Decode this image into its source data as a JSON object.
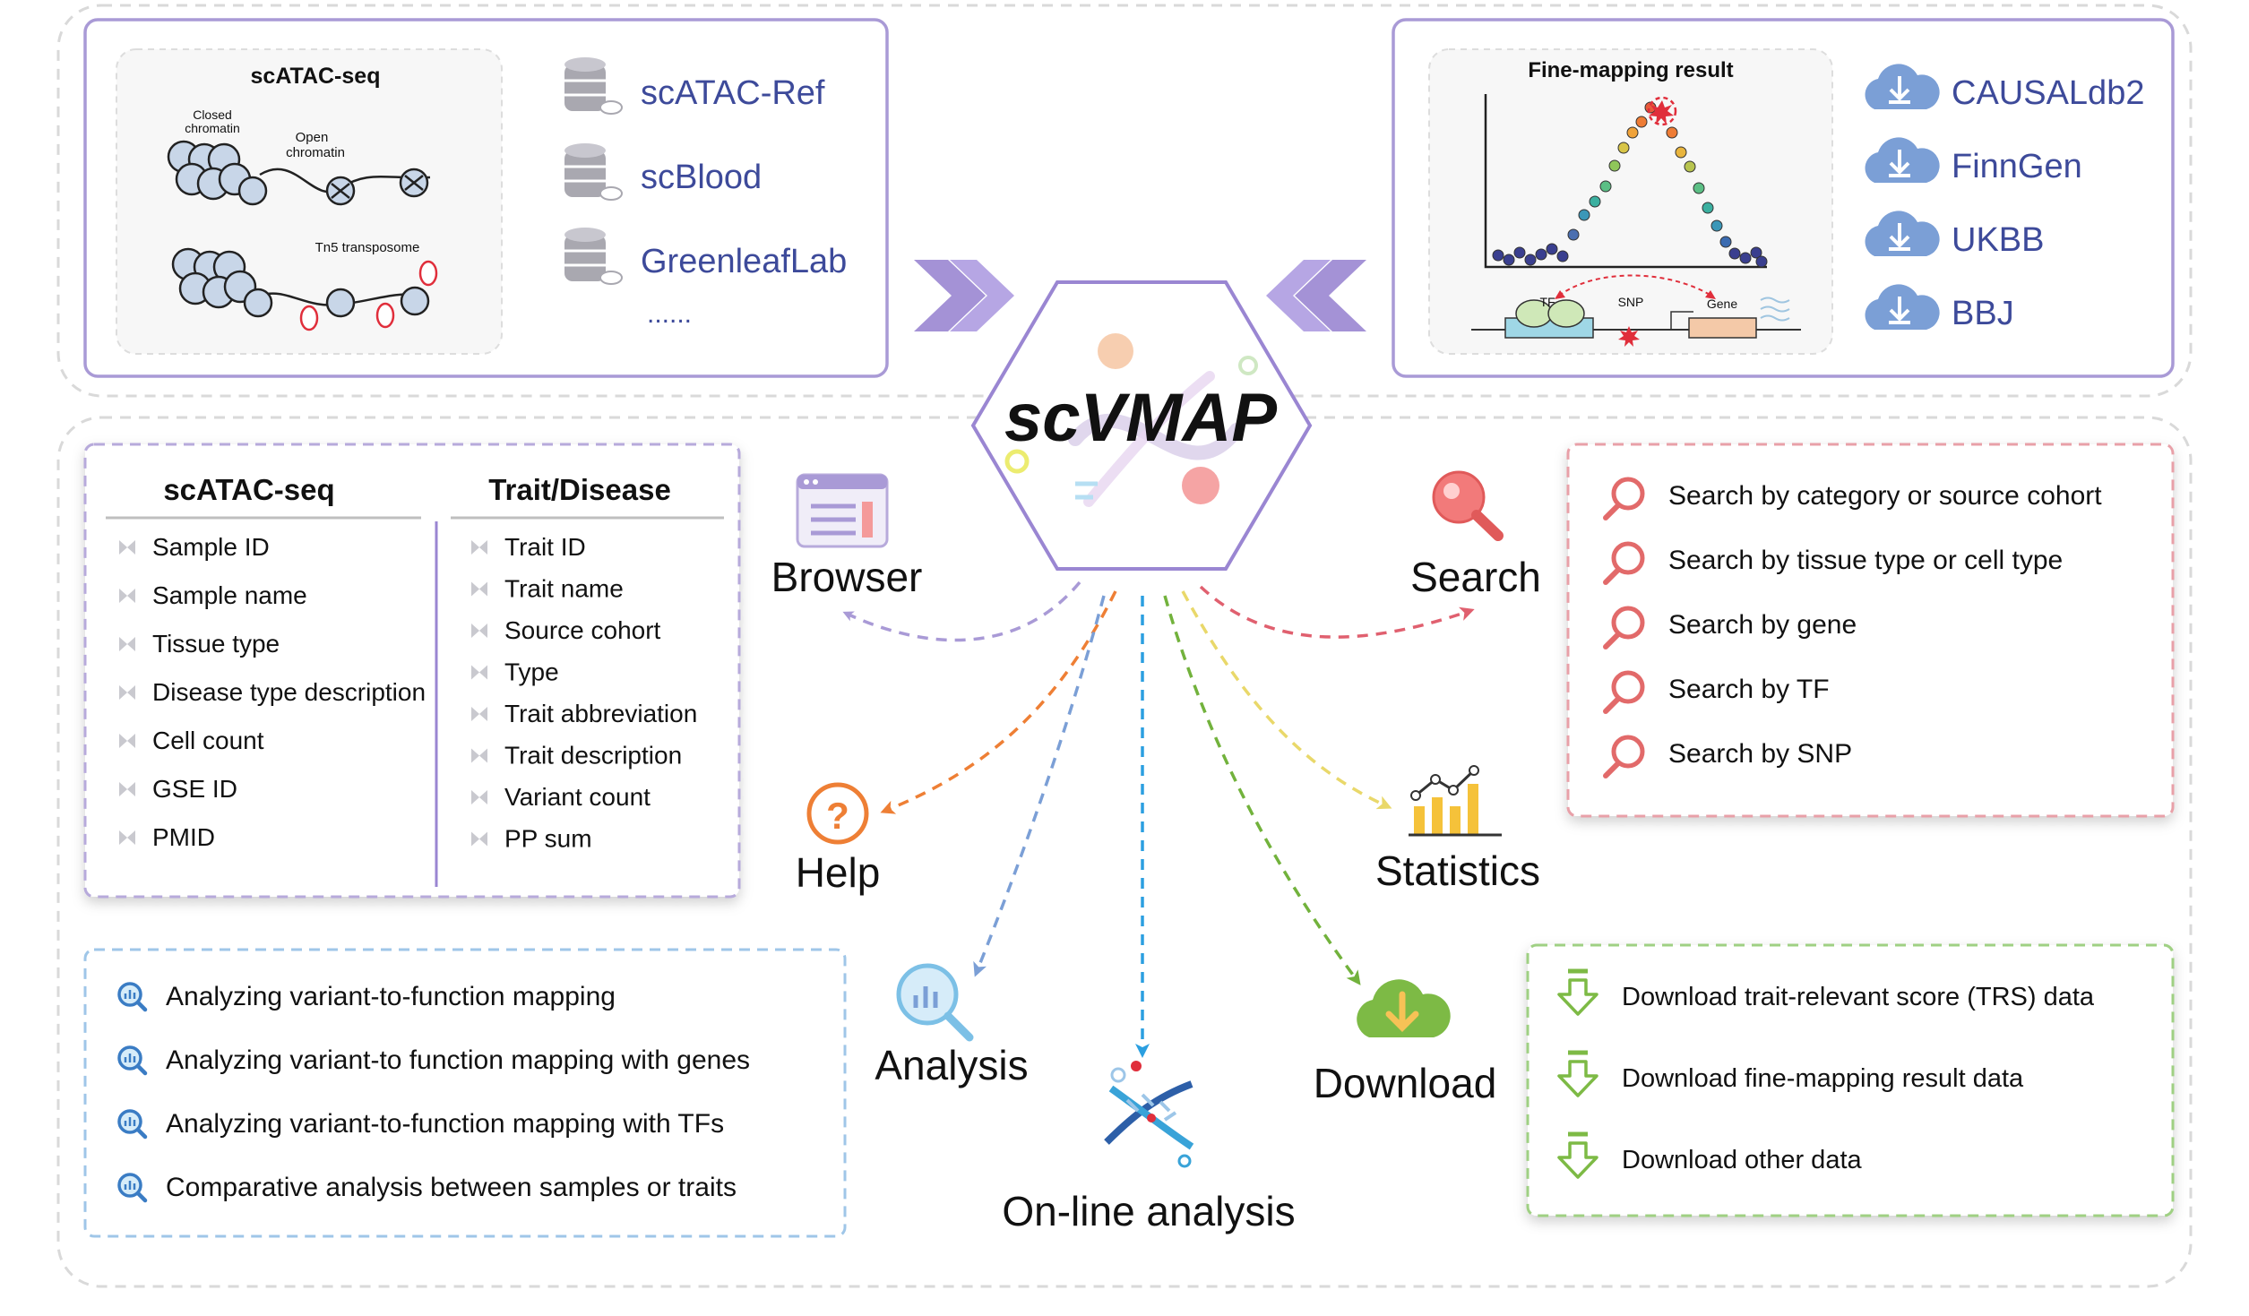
{
  "title": "scVMAP",
  "scatac_panel": {
    "title": "scATAC-seq",
    "closed_label": [
      "Closed",
      "chromatin"
    ],
    "open_label": [
      "Open",
      "chromatin"
    ],
    "tn5_label": "Tn5 transposome"
  },
  "sources_left": [
    "scATAC-Ref",
    "scBlood",
    "GreenleafLab",
    "......"
  ],
  "finemap_panel": {
    "title": "Fine-mapping result",
    "tf_label": "TF",
    "snp_label": "SNP",
    "gene_label": "Gene"
  },
  "sources_right": [
    "CAUSALdb2",
    "FinnGen",
    "UKBB",
    "BBJ"
  ],
  "browser_fields": {
    "left_header": "scATAC-seq",
    "left_items": [
      "Sample ID",
      "Sample name",
      "Tissue type",
      "Disease type description",
      "Cell count",
      "GSE ID",
      "PMID"
    ],
    "right_header": "Trait/Disease",
    "right_items": [
      "Trait ID",
      "Trait name",
      "Source cohort",
      "Type",
      "Trait abbreviation",
      "Trait description",
      "Variant count",
      "PP sum"
    ]
  },
  "search_items": [
    "Search by category or source cohort",
    "Search by tissue type or cell type",
    "Search by gene",
    "Search by TF",
    "Search by SNP"
  ],
  "analysis_items": [
    "Analyzing variant-to-function mapping",
    "Analyzing variant-to function mapping with genes",
    "Analyzing variant-to-function mapping with TFs",
    "Comparative analysis between samples or traits"
  ],
  "download_items": [
    "Download trait-relevant score (TRS) data",
    "Download fine-mapping result data",
    "Download other data"
  ],
  "modules": {
    "browser": "Browser",
    "search": "Search",
    "help": "Help",
    "statistics": "Statistics",
    "analysis": "Analysis",
    "download": "Download",
    "online": "On-line analysis"
  },
  "colors": {
    "purple": "#9b8ec4",
    "pink": "#e07f87",
    "orange": "#ee7f35",
    "blue": "#7b9fd6",
    "cyan": "#2b9fe0",
    "green": "#7dba45",
    "yellow": "#efe080",
    "navy": "#3d4a9a"
  }
}
